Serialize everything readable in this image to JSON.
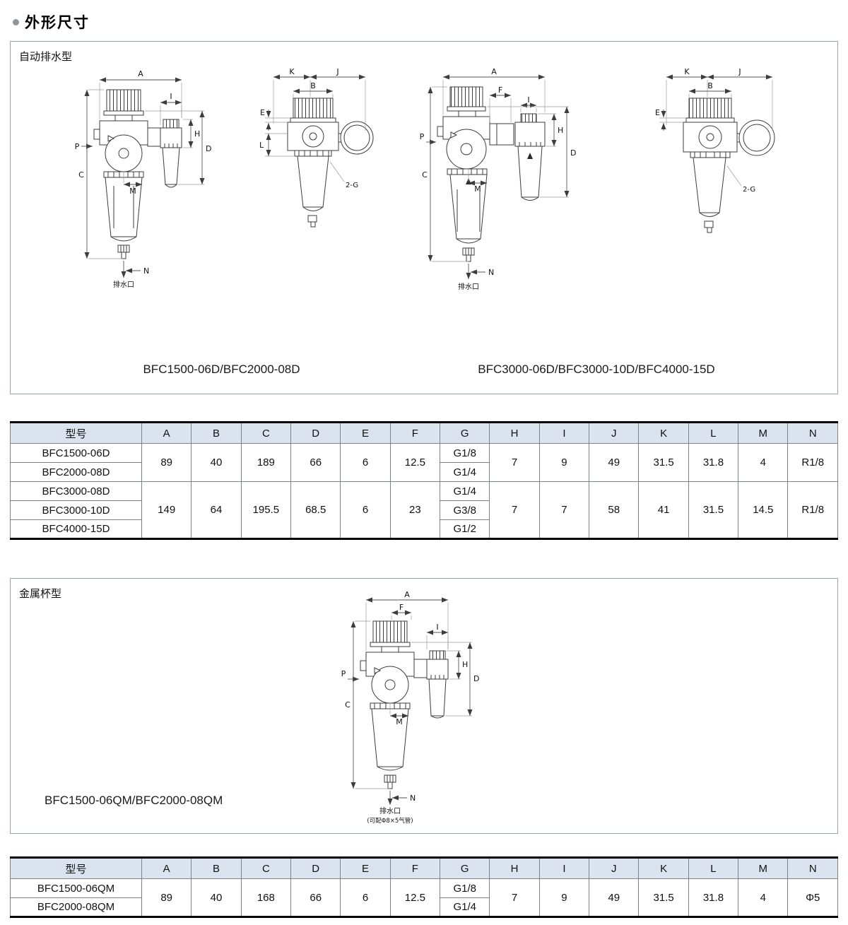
{
  "page": {
    "title": "外形尺寸"
  },
  "sections": {
    "auto_drain": {
      "label": "自动排水型",
      "caption_left": "BFC1500-06D/BFC2000-08D",
      "caption_right": "BFC3000-06D/BFC3000-10D/BFC4000-15D"
    },
    "metal_cup": {
      "label": "金属杯型",
      "caption": "BFC1500-06QM/BFC2000-08QM"
    }
  },
  "dims": {
    "A": "A",
    "B": "B",
    "C": "C",
    "D": "D",
    "E": "E",
    "F": "F",
    "H": "H",
    "I": "I",
    "J": "J",
    "K": "K",
    "L": "L",
    "M": "M",
    "N": "N",
    "P": "P",
    "two_g": "2-G",
    "drain": "排水口",
    "drain_note": "(可配Φ8×5气管)"
  },
  "table1": {
    "headers": [
      "型号",
      "A",
      "B",
      "C",
      "D",
      "E",
      "F",
      "G",
      "H",
      "I",
      "J",
      "K",
      "L",
      "M",
      "N"
    ],
    "group1": {
      "models": [
        "BFC1500-06D",
        "BFC2000-08D"
      ],
      "A": "89",
      "B": "40",
      "C": "189",
      "D": "66",
      "E": "6",
      "F": "12.5",
      "G": [
        "G1/8",
        "G1/4"
      ],
      "H": "7",
      "I": "9",
      "J": "49",
      "K": "31.5",
      "L": "31.8",
      "M": "4",
      "N": "R1/8"
    },
    "group2": {
      "models": [
        "BFC3000-08D",
        "BFC3000-10D",
        "BFC4000-15D"
      ],
      "A": "149",
      "B": "64",
      "C": "195.5",
      "D": "68.5",
      "E": "6",
      "F": "23",
      "G": [
        "G1/4",
        "G3/8",
        "G1/2"
      ],
      "H": "7",
      "I": "7",
      "J": "58",
      "K": "41",
      "L": "31.5",
      "M": "14.5",
      "N": "R1/8"
    }
  },
  "table2": {
    "headers": [
      "型号",
      "A",
      "B",
      "C",
      "D",
      "E",
      "F",
      "G",
      "H",
      "I",
      "J",
      "K",
      "L",
      "M",
      "N"
    ],
    "group1": {
      "models": [
        "BFC1500-06QM",
        "BFC2000-08QM"
      ],
      "A": "89",
      "B": "40",
      "C": "168",
      "D": "66",
      "E": "6",
      "F": "12.5",
      "G": [
        "G1/8",
        "G1/4"
      ],
      "H": "7",
      "I": "9",
      "J": "49",
      "K": "31.5",
      "L": "31.8",
      "M": "4",
      "N": "Φ5"
    }
  },
  "colors": {
    "table_header_bg": "#dbe3ef",
    "table_heavy_border": "#000000",
    "panel_border": "#96a1b5",
    "drawing_line": "#3c3c3c"
  }
}
